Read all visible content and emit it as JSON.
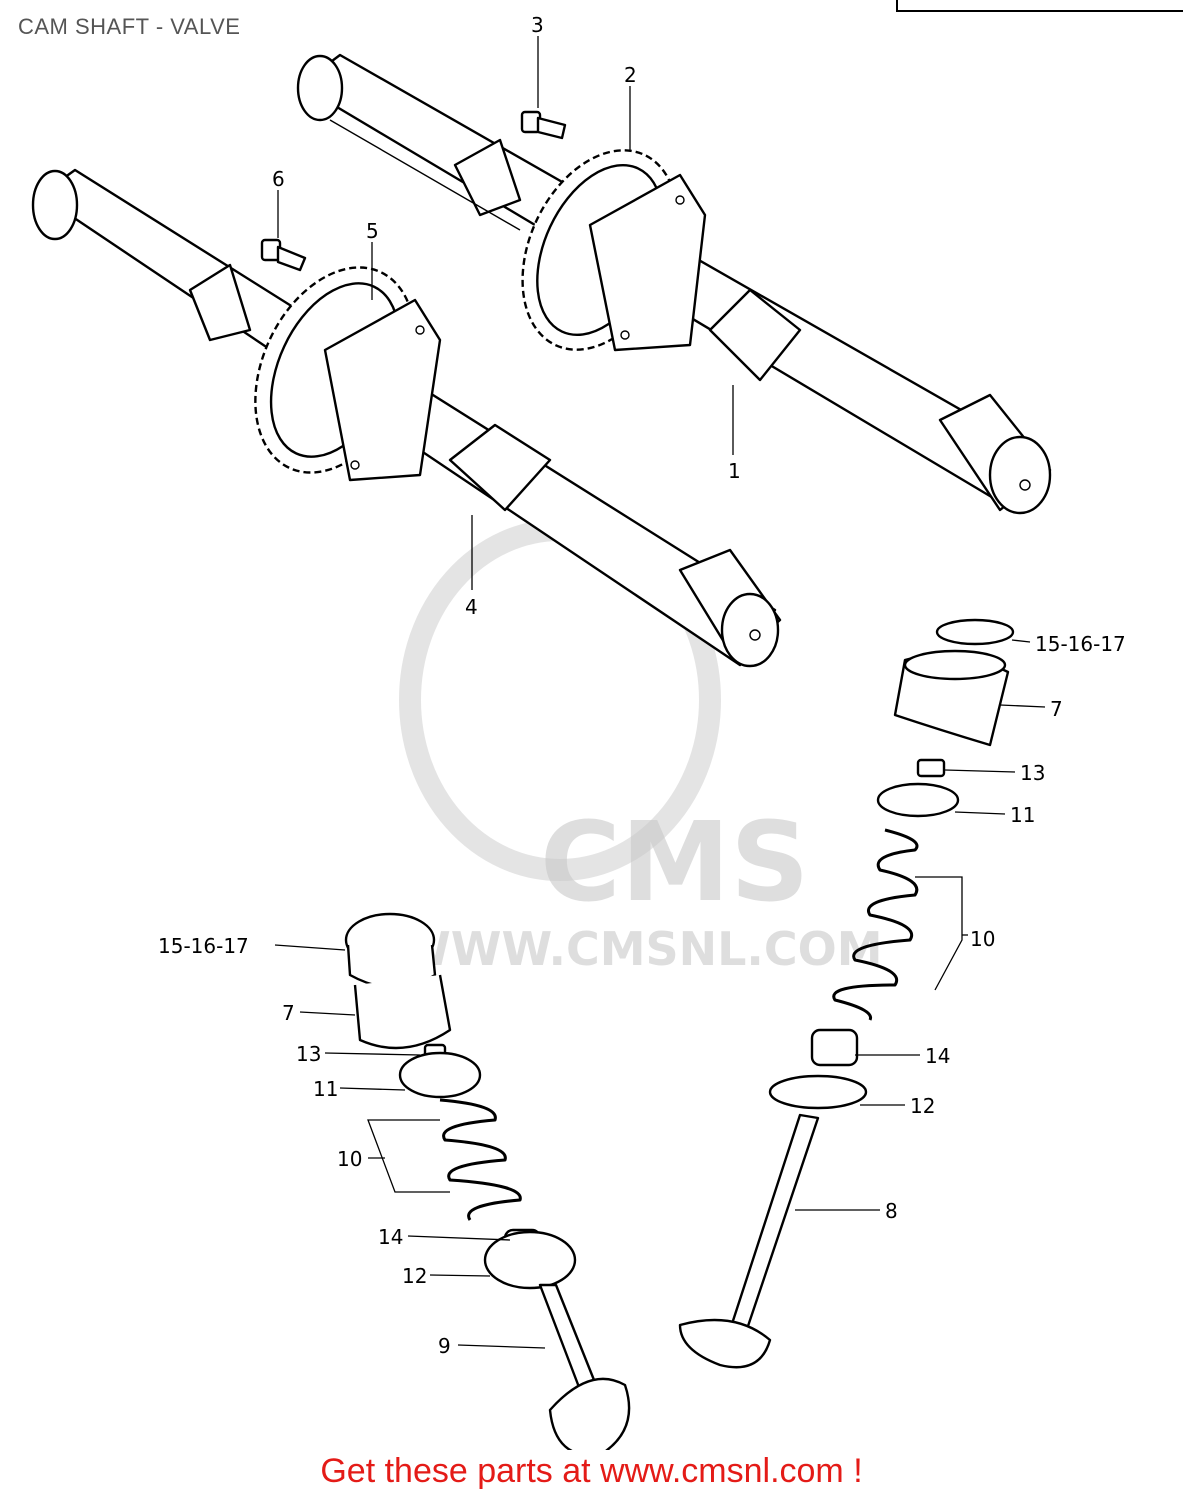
{
  "title": "CAM SHAFT - VALVE",
  "footer": "Get these parts at www.cmsnl.com !",
  "watermark": {
    "logo": "CMS",
    "url": "WWW.CMSNL.COM"
  },
  "callouts": [
    {
      "id": "c1",
      "label": "1"
    },
    {
      "id": "c2",
      "label": "2"
    },
    {
      "id": "c3",
      "label": "3"
    },
    {
      "id": "c4",
      "label": "4"
    },
    {
      "id": "c5",
      "label": "5"
    },
    {
      "id": "c6",
      "label": "6"
    },
    {
      "id": "c7r",
      "label": "7"
    },
    {
      "id": "c7l",
      "label": "7"
    },
    {
      "id": "c8",
      "label": "8"
    },
    {
      "id": "c9",
      "label": "9"
    },
    {
      "id": "c10r",
      "label": "10"
    },
    {
      "id": "c10l",
      "label": "10"
    },
    {
      "id": "c11r",
      "label": "11"
    },
    {
      "id": "c11l",
      "label": "11"
    },
    {
      "id": "c12r",
      "label": "12"
    },
    {
      "id": "c12l",
      "label": "12"
    },
    {
      "id": "c13r",
      "label": "13"
    },
    {
      "id": "c13l",
      "label": "13"
    },
    {
      "id": "c14r",
      "label": "14"
    },
    {
      "id": "c14l",
      "label": "14"
    },
    {
      "id": "c15r",
      "label": "15-16-17"
    },
    {
      "id": "c15l",
      "label": "15-16-17"
    }
  ],
  "colors": {
    "footer": "#e41b17",
    "title": "#555555",
    "watermark": "#c9c9c9"
  }
}
